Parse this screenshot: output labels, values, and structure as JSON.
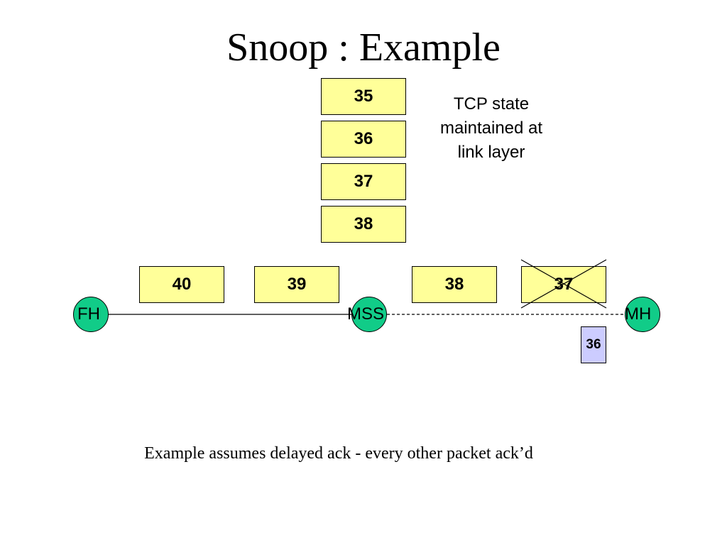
{
  "title": "Snoop : Example",
  "colors": {
    "packet": "#ffff99",
    "ack": "#ccccff",
    "node": "#11cc88",
    "line": "#000000"
  },
  "cache_packets": [
    "35",
    "36",
    "37",
    "38"
  ],
  "link_packets": [
    "40",
    "39",
    "38",
    "37"
  ],
  "lost_packet": "37",
  "ack_packet": "36",
  "nodes": {
    "fh": "FH",
    "mss": "MSS",
    "mh": "MH"
  },
  "note_lines": [
    "TCP state",
    "maintained at",
    "link layer"
  ],
  "footnote": "Example assumes delayed ack - every other packet ack’d"
}
